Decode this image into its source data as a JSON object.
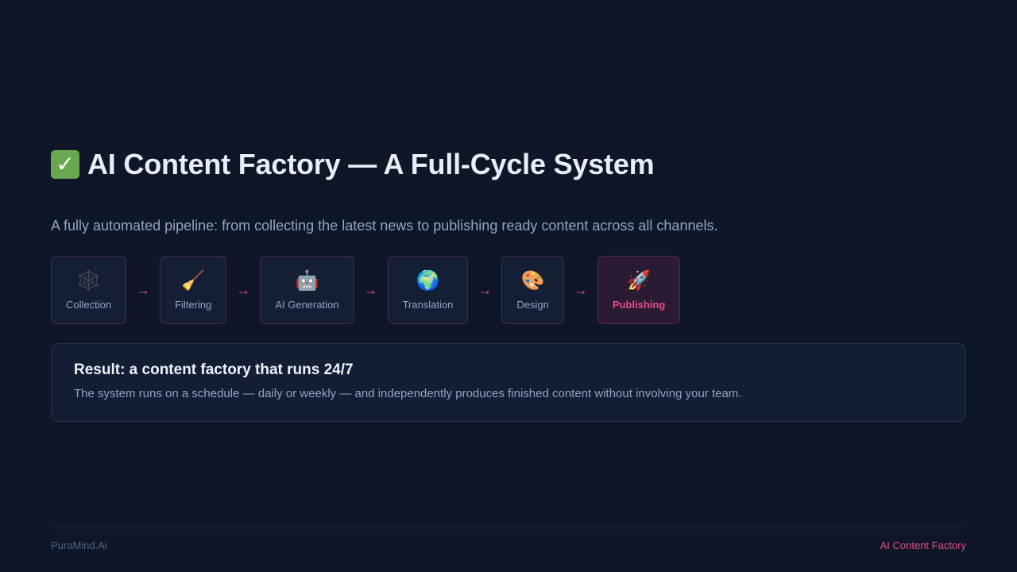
{
  "header": {
    "title_icon": "white-heavy-check-mark",
    "title_icon_glyph": "✓",
    "title": "AI Content Factory — A Full-Cycle System",
    "subtitle": "A fully automated pipeline: from collecting the latest news to publishing ready content across all channels."
  },
  "pipeline": {
    "arrow": "→",
    "steps": [
      {
        "icon": "spider-web-icon",
        "emoji": "🕸️",
        "label": "Collection"
      },
      {
        "icon": "broom-icon",
        "emoji": "🧹",
        "label": "Filtering"
      },
      {
        "icon": "robot-icon",
        "emoji": "🤖",
        "label": "AI Generation"
      },
      {
        "icon": "globe-icon",
        "emoji": "🌍",
        "label": "Translation"
      },
      {
        "icon": "palette-icon",
        "emoji": "🎨",
        "label": "Design"
      },
      {
        "icon": "rocket-icon",
        "emoji": "🚀",
        "label": "Publishing",
        "active": true
      }
    ]
  },
  "result": {
    "heading": "Result: a content factory that runs 24/7",
    "text": "The system runs on a schedule — daily or weekly — and independently produces finished content without involving your team."
  },
  "footer": {
    "left": "PuraMind.Ai",
    "right": "AI Content Factory"
  },
  "colors": {
    "background": "#0e1628",
    "accent": "#e44d8a",
    "muted_text": "#8fa6c6",
    "check": "#6aa84f"
  }
}
